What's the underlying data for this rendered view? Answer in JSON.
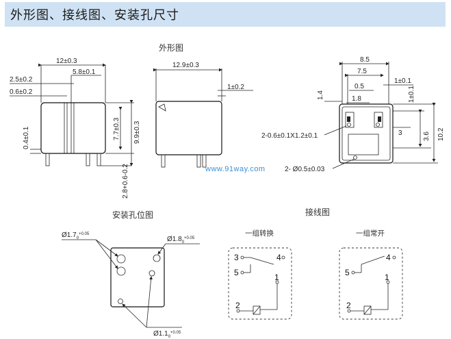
{
  "header": {
    "title": "外形图、接线图、安装孔尺寸"
  },
  "outline": {
    "title": "外形图",
    "front": {
      "width": "12±0.3",
      "pin_gap": "5.8±0.1",
      "slot_a": "2.5±0.2",
      "slot_b": "0.6±0.2",
      "base": "0.4±0.1",
      "height_inner": "7.7±0.3",
      "height_total": "9.9±0.3",
      "pin_len": "2.8+0.6-0.2"
    },
    "side": {
      "width": "12.9±0.3",
      "top": "1±0.2"
    },
    "top": {
      "w1": "8.5",
      "w2": "7.5",
      "w3": "0.5",
      "w4": "1.8",
      "w5": "1±0.1",
      "h1": "1.4",
      "h2": "1±0.1",
      "h3": "3",
      "h4": "3.6",
      "h5": "10.2",
      "pin_rect": "2-0.6±0.1X1.2±0.1",
      "pin_round": "2- Ø0.5±0.03"
    }
  },
  "watermark": "www.91way.com",
  "mounting": {
    "title": "安装孔位图",
    "hole_a": "Ø1.7",
    "hole_b": "Ø1.8",
    "hole_c": "Ø1.1",
    "tol_a": "+0.05",
    "tol_b": "+0.05",
    "tol_c": "+0.05",
    "zero": "0"
  },
  "wiring": {
    "title": "接线图",
    "changeover": "一组转换",
    "normally_open": "一组常开",
    "pins": {
      "p1": "1",
      "p2": "2",
      "p3": "3",
      "p4": "4",
      "p5": "5"
    }
  }
}
